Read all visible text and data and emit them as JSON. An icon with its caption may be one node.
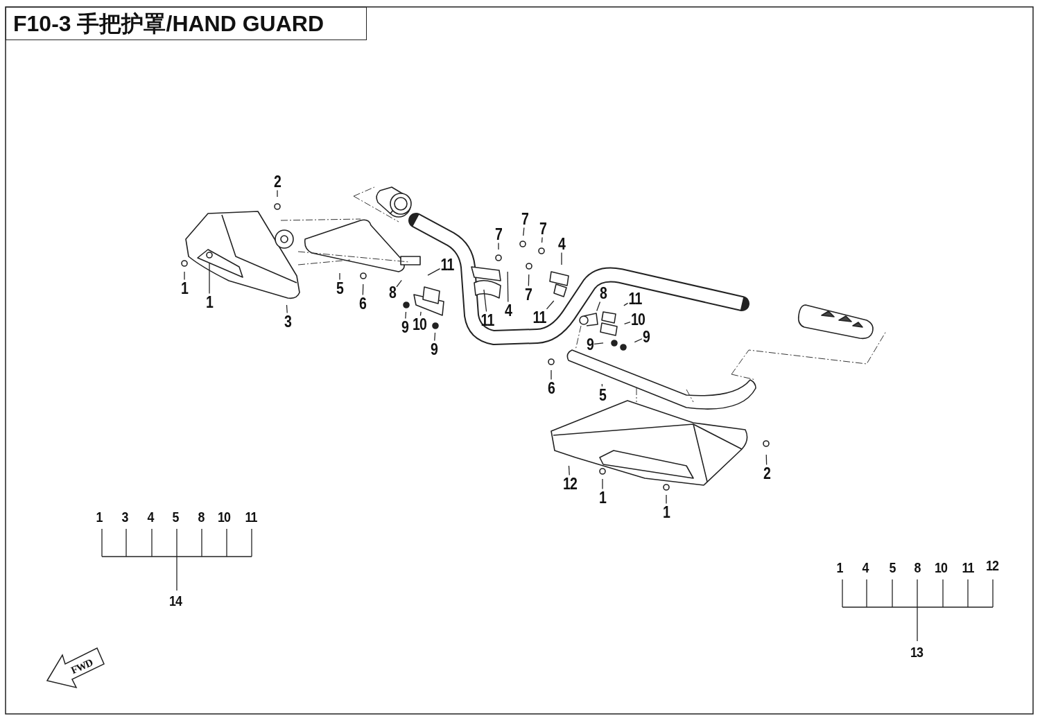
{
  "diagram": {
    "title": "F10-3 手把护罩/HAND GUARD",
    "nodes": [
      {
        "text": [
          "2"
        ]
      },
      {
        "text": [
          "1"
        ]
      },
      {
        "text": [
          "1"
        ]
      },
      {
        "text": [
          "3"
        ]
      },
      {
        "text": [
          "5"
        ]
      },
      {
        "text": [
          "6"
        ]
      },
      {
        "text": [
          "8"
        ]
      },
      {
        "text": [
          "9"
        ]
      },
      {
        "text": [
          "10"
        ]
      },
      {
        "text": [
          "9"
        ]
      },
      {
        "text": [
          "11"
        ]
      },
      {
        "text": [
          "11"
        ]
      },
      {
        "text": [
          "4"
        ]
      },
      {
        "text": [
          "7"
        ]
      },
      {
        "text": [
          "7"
        ]
      },
      {
        "text": [
          "7"
        ]
      },
      {
        "text": [
          "4"
        ]
      },
      {
        "text": [
          "7"
        ]
      },
      {
        "text": [
          "11"
        ]
      },
      {
        "text": [
          "8"
        ]
      },
      {
        "text": [
          "11"
        ]
      },
      {
        "text": [
          "10"
        ]
      },
      {
        "text": [
          "9"
        ]
      },
      {
        "text": [
          "9"
        ]
      },
      {
        "text": [
          "6"
        ]
      },
      {
        "text": [
          "5"
        ]
      },
      {
        "text": [
          "12"
        ]
      },
      {
        "text": [
          "1"
        ]
      },
      {
        "text": [
          "1"
        ]
      },
      {
        "text": [
          "2"
        ]
      }
    ],
    "edges": [
      {
        "from": 0,
        "to": null,
        "arrow": "none"
      },
      {
        "from": 1,
        "to": null,
        "arrow": "none"
      },
      {
        "from": 2,
        "to": null,
        "arrow": "none"
      },
      {
        "from": 3,
        "to": null,
        "arrow": "none"
      },
      {
        "from": 4,
        "to": null,
        "arrow": "none"
      },
      {
        "from": 5,
        "to": null,
        "arrow": "none"
      },
      {
        "from": 6,
        "to": null,
        "arrow": "none"
      },
      {
        "from": 7,
        "to": null,
        "arrow": "none"
      },
      {
        "from": 8,
        "to": null,
        "arrow": "none"
      },
      {
        "from": 9,
        "to": null,
        "arrow": "none"
      },
      {
        "from": 10,
        "to": null,
        "arrow": "none"
      },
      {
        "from": 11,
        "to": null,
        "arrow": "none"
      },
      {
        "from": 12,
        "to": null,
        "arrow": "none"
      },
      {
        "from": 13,
        "to": null,
        "arrow": "none"
      },
      {
        "from": 14,
        "to": null,
        "arrow": "none"
      },
      {
        "from": 15,
        "to": null,
        "arrow": "none"
      },
      {
        "from": 16,
        "to": null,
        "arrow": "none"
      },
      {
        "from": 17,
        "to": null,
        "arrow": "none"
      },
      {
        "from": 18,
        "to": null,
        "arrow": "none"
      },
      {
        "from": 19,
        "to": null,
        "arrow": "none"
      },
      {
        "from": 20,
        "to": null,
        "arrow": "none"
      },
      {
        "from": 21,
        "to": null,
        "arrow": "none"
      },
      {
        "from": 22,
        "to": null,
        "arrow": "none"
      },
      {
        "from": 23,
        "to": null,
        "arrow": "none"
      },
      {
        "from": 24,
        "to": null,
        "arrow": "none"
      },
      {
        "from": 25,
        "to": null,
        "arrow": "none"
      },
      {
        "from": 26,
        "to": null,
        "arrow": "none"
      },
      {
        "from": 27,
        "to": null,
        "arrow": "none"
      },
      {
        "from": 28,
        "to": null,
        "arrow": "none"
      },
      {
        "from": 29,
        "to": null,
        "arrow": "none"
      }
    ],
    "labels": [
      "1",
      "3",
      "4",
      "5",
      "8",
      "10",
      "11",
      "14",
      "1",
      "4",
      "5",
      "8",
      "10",
      "11",
      "12",
      "13",
      "FWD"
    ]
  }
}
